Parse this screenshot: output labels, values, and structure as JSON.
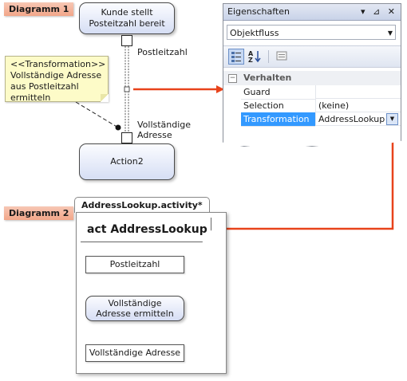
{
  "tags": {
    "diagram1": "Diagramm 1",
    "diagram2": "Diagramm 2"
  },
  "diagram1": {
    "action_top": [
      "Kunde stellt",
      "Posteitzahl bereit"
    ],
    "pin_label_top": "Postleitzahl",
    "pin_label_bottom": [
      "Vollständige",
      "Adresse"
    ],
    "note": [
      "<<Transformation>>",
      "Vollständige Adresse",
      "aus Postleitzahl",
      "ermitteln"
    ],
    "action_bottom": "Action2"
  },
  "properties": {
    "title": "Eigenschaften",
    "title_icons": "▾ ⊿ ✕",
    "selected_object": "Objektfluss",
    "group": "Verhalten",
    "rows": [
      {
        "key": "Guard",
        "value": ""
      },
      {
        "key": "Selection",
        "value": "(keine)"
      },
      {
        "key": "Transformation",
        "value": "AddressLookup"
      }
    ]
  },
  "diagram2": {
    "tab": "AddressLookup.activity*",
    "activity_header": "act AddressLookup",
    "node_top": "Postleitzahl",
    "action": [
      "Vollständige",
      "Adresse ermitteln"
    ],
    "node_bottom": "Vollständige Adresse"
  },
  "colors": {
    "arrow": "#e8431b",
    "tag_bg": "#f2a689",
    "note_bg": "#fdfbc8",
    "selection": "#3399ff"
  }
}
